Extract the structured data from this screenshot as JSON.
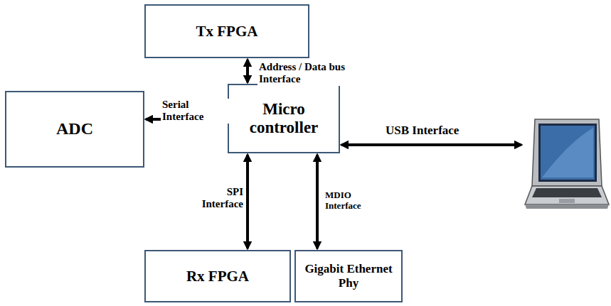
{
  "diagram": {
    "nodes": [
      {
        "text": [
          "Tx FPGA"
        ]
      },
      {
        "text": [
          "ADC"
        ]
      },
      {
        "text": [
          "Micro controller"
        ]
      },
      {
        "text": [
          "Rx FPGA"
        ]
      },
      {
        "text": [
          "Gigabit Ethernet Phy"
        ]
      }
    ],
    "edges": [
      {
        "from": 0,
        "to": 2,
        "arrow": "both",
        "label": "Address / Data bus Interface"
      },
      {
        "from": 1,
        "to": 2,
        "arrow": "both",
        "label": "Serial Interface"
      },
      {
        "from": 2,
        "to": 3,
        "arrow": "both",
        "label": "SPI Interface"
      },
      {
        "from": 2,
        "to": 4,
        "arrow": "both",
        "label": "MDIO Interface"
      }
    ],
    "labels": [
      "USB Interface"
    ]
  }
}
